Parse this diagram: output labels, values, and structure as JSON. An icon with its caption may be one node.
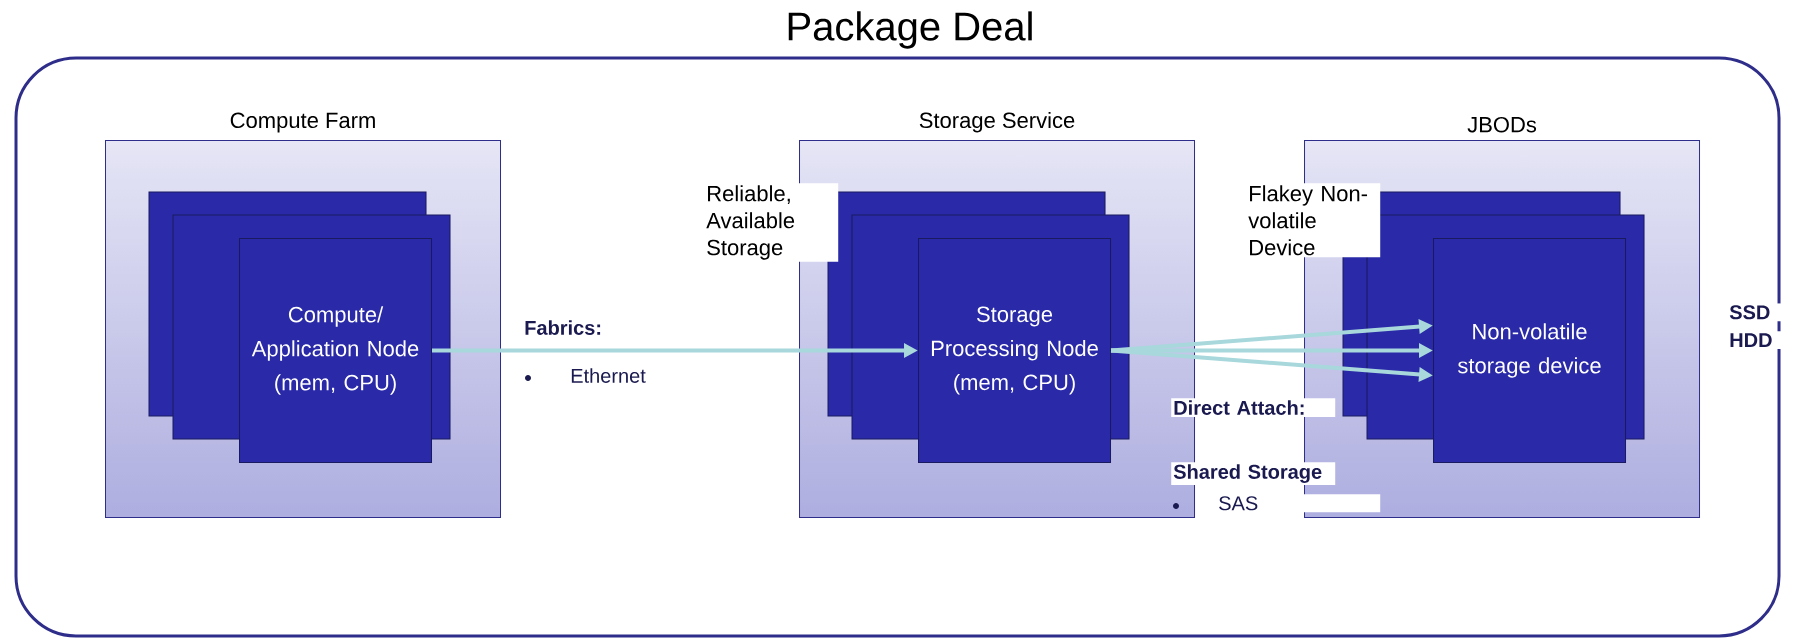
{
  "diagram": {
    "title": "Package Deal",
    "nodes": [
      {
        "text": [
          "Compute Farm"
        ]
      },
      {
        "text": [
          "Compute/ Application Node (mem, CPU)"
        ],
        "in": 0
      },
      {
        "text": [
          "Storage Service"
        ]
      },
      {
        "text": [
          "Storage Processing Node (mem, CPU)"
        ],
        "in": 2
      },
      {
        "text": [
          "JBODs"
        ]
      },
      {
        "text": [
          "Non-volatile storage device"
        ],
        "in": 4
      }
    ],
    "edges": [
      {
        "from": 1,
        "to": 3,
        "arrow": "to"
      },
      {
        "from": 3,
        "to": 5,
        "arrow": "to"
      },
      {
        "from": 3,
        "to": 5,
        "arrow": "to"
      },
      {
        "from": 3,
        "to": 5,
        "arrow": "to"
      }
    ],
    "labels": [
      "Reliable, Available Storage",
      "Flakey Non-volatile Device",
      "Fabrics:",
      "Ethernet",
      "Direct Attach:",
      "Shared Storage",
      "SAS",
      "SSD",
      "HDD"
    ]
  }
}
